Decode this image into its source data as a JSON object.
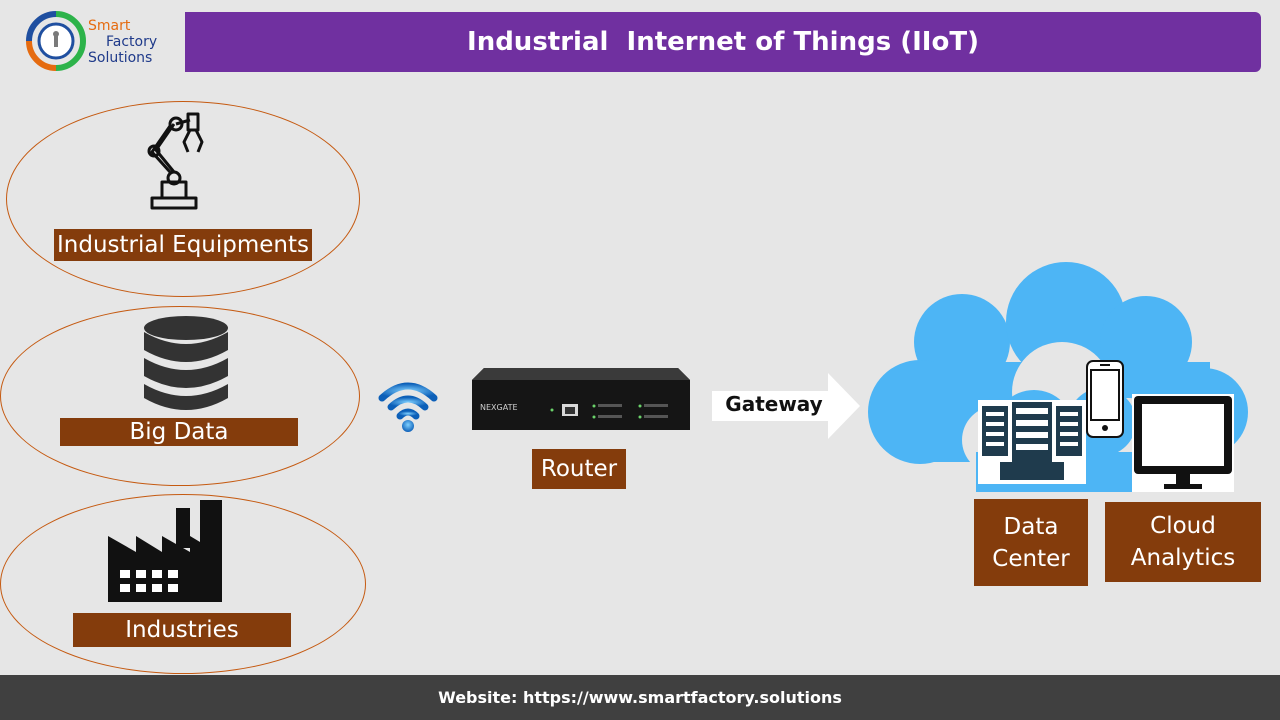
{
  "logo": {
    "line1": "Smart",
    "line2": "Factory",
    "line3": "Solutions"
  },
  "title": "Industrial  Internet of Things (IIoT)",
  "nodes": {
    "industrial_equipments": {
      "label": "Industrial Equipments",
      "icon": "robot-arm-icon"
    },
    "big_data": {
      "label": "Big Data",
      "icon": "database-icon"
    },
    "industries": {
      "label": "Industries",
      "icon": "factory-icon"
    },
    "router": {
      "label": "Router",
      "icon": "router-icon",
      "brand": "NEXGATE"
    },
    "wifi": {
      "icon": "wifi-icon"
    },
    "gateway": {
      "label": "Gateway",
      "icon": "arrow-right-icon"
    },
    "cloud": {
      "icon": "cloud-icon"
    },
    "data_center": {
      "line1": "Data",
      "line2": "Center",
      "icon": "server-icon"
    },
    "cloud_analytics": {
      "line1": "Cloud",
      "line2": "Analytics",
      "icon": "monitor-icon"
    },
    "mobile": {
      "icon": "smartphone-icon"
    }
  },
  "footer": {
    "text": "Website: https://www.smartfactory.solutions"
  },
  "colors": {
    "banner": "#7030a0",
    "label_bg": "#843c0c",
    "ellipse_border": "#c55a11",
    "cloud": "#4db5f5",
    "footer": "#404040",
    "background": "#e6e6e6"
  }
}
